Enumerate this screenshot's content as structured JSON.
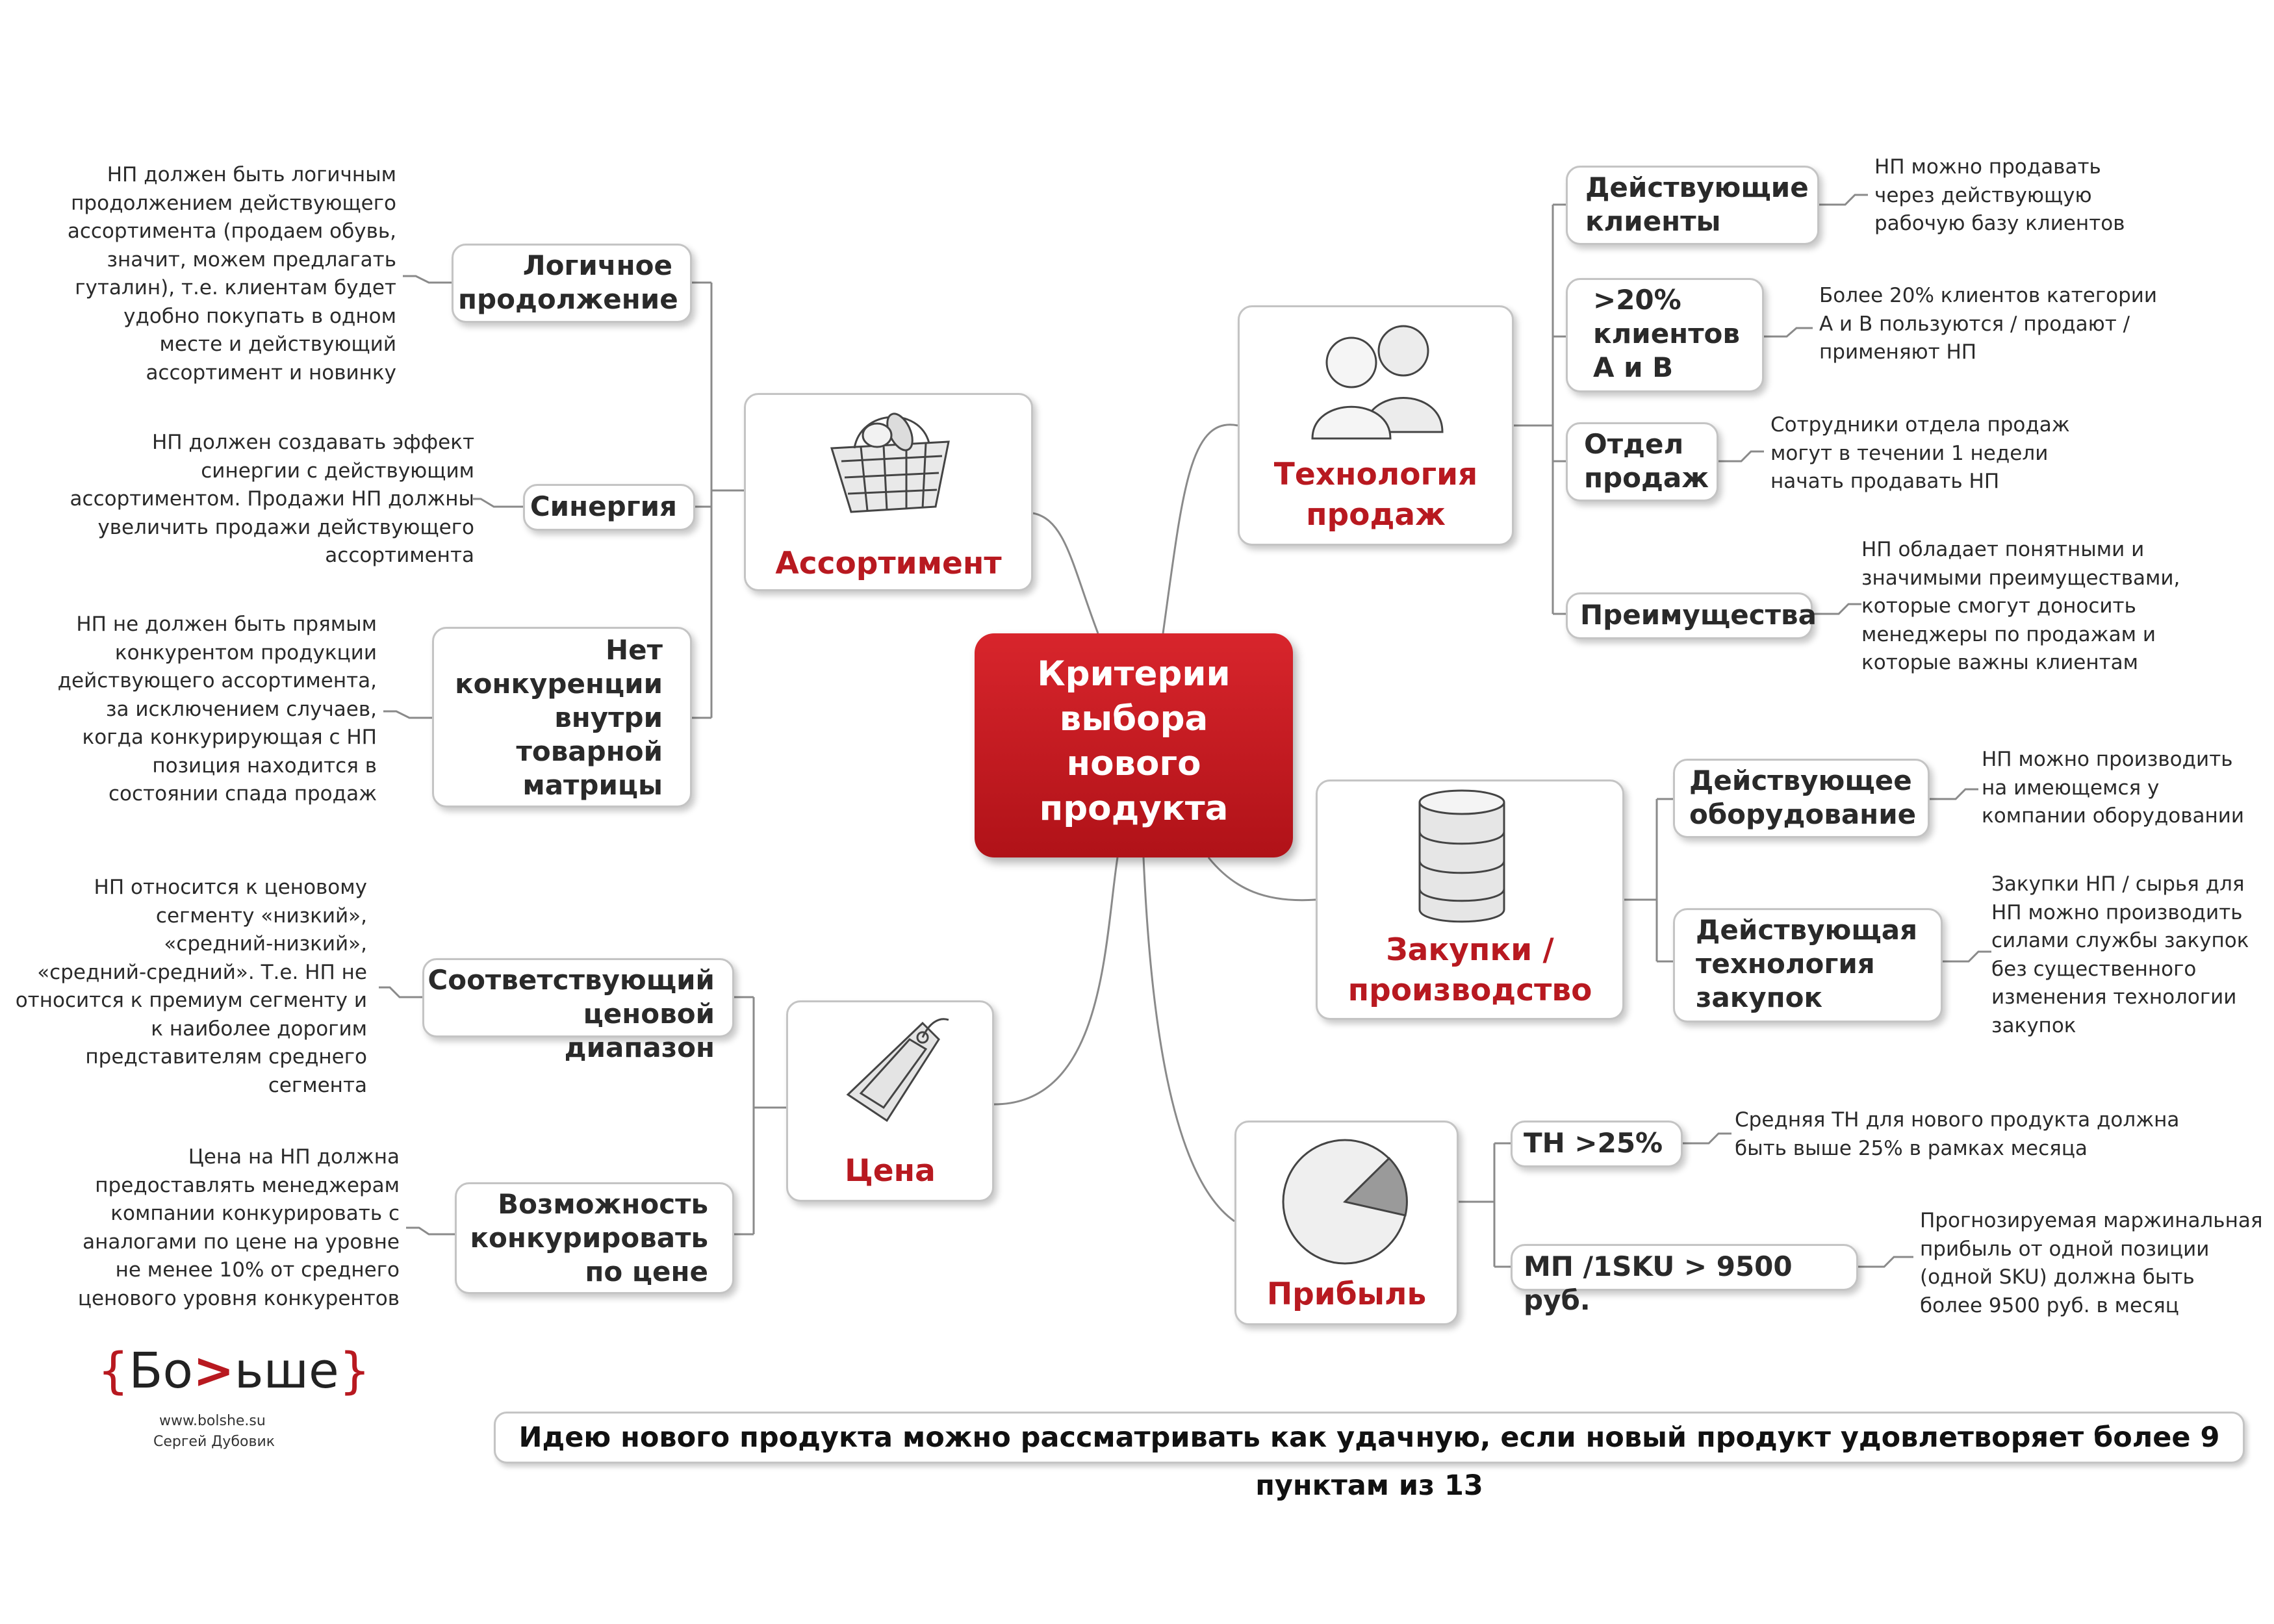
{
  "center": {
    "title": "Критерии\nвыбора\nнового\nпродукта"
  },
  "branches": {
    "assortment": {
      "title": "Ассортимент",
      "items": [
        {
          "label": "Логичное\nпродолжение",
          "note": "НП должен быть логичным\nпродолжением действующего\nассортимента (продаем обувь,\nзначит, можем предлагать\nгуталин), т.е. клиентам будет\nудобно покупать в одном\nместе и действующий\nассортимент и новинку"
        },
        {
          "label": "Синергия",
          "note": "НП должен создавать эффект\nсинергии с действующим\nассортиментом. Продажи НП должны\nувеличить продажи действующего\nассортимента"
        },
        {
          "label": "Нет\nконкуренции\nвнутри\nтоварной\nматрицы",
          "note": "НП не должен быть прямым\nконкурентом продукции\nдействующего ассортимента,\nза исключением случаев,\nкогда конкурирующая с НП\nпозиция находится в\nсостоянии спада продаж"
        }
      ]
    },
    "price": {
      "title": "Цена",
      "items": [
        {
          "label": "Соответствующий\nценовой диапазон",
          "note": "НП относится к ценовому\nсегменту «низкий»,\n«средний-низкий»,\n«средний-средний». Т.е. НП не\nотносится к премиум сегменту и\nк наиболее дорогим\nпредставителям среднего\nсегмента"
        },
        {
          "label": "Возможность\nконкурировать\nпо цене",
          "note": "Цена на НП должна\nпредоставлять менеджерам\nкомпании конкурировать с\nаналогами по цене на уровне\nне менее 10% от среднего\nценового уровня конкурентов"
        }
      ]
    },
    "sales_tech": {
      "title": "Технология\nпродаж",
      "items": [
        {
          "label": "Действующие\nклиенты",
          "note": "НП можно продавать\nчерез действующую\nрабочую базу клиентов"
        },
        {
          "label": ">20%\nклиентов\nА и В",
          "note": "Более 20% клиентов категории\nА и В пользуются / продают /\nприменяют НП"
        },
        {
          "label": "Отдел\nпродаж",
          "note": "Сотрудники отдела продаж\nмогут  в течении 1 недели\nначать продавать НП"
        },
        {
          "label": "Преимущества",
          "note": "НП обладает понятными и\nзначимыми преимуществами,\nкоторые смогут доносить\nменеджеры по продажам и\nкоторые важны клиентам"
        }
      ]
    },
    "procurement": {
      "title": "Закупки /\nпроизводство",
      "items": [
        {
          "label": "Действующее\nоборудование",
          "note": "НП можно производить\nна имеющемся у\nкомпании оборудовании"
        },
        {
          "label": "Действующая\nтехнология\nзакупок",
          "note": "Закупки НП / сырья для\nНП можно производить\nсилами службы закупок\nбез существенного\nизменения технологии\nзакупок"
        }
      ]
    },
    "profit": {
      "title": "Прибыль",
      "items": [
        {
          "label": "ТН >25%",
          "note": "Средняя ТН для нового продукта должна\nбыть выше 25% в рамках месяца"
        },
        {
          "label": "МП /1SKU > 9500 руб.",
          "note": "Прогнозируемая маржинальная\nприбыль от одной позиции\n(одной SKU) должна быть\nболее 9500 руб. в месяц"
        }
      ]
    }
  },
  "footer": {
    "text": "Идею нового продукта можно рассматривать как удачную, если новый продукт удовлетворяет более 9 пунктам из 13"
  },
  "logo": {
    "brace_open": "{",
    "part1": "Бо",
    "mark": ">",
    "part2": "ьше",
    "brace_close": "}",
    "site": "www.bolshe.su",
    "author": "Сергей Дубовик"
  },
  "colors": {
    "accent": "#b81920",
    "center_fill": "#c81c23",
    "box_border": "#c4c4c4",
    "connector": "#8a8a8a"
  },
  "icons": {
    "assortment": "shopping-basket-icon",
    "sales_tech": "people-icon",
    "procurement": "database-icon",
    "price": "price-tag-icon",
    "profit": "pie-chart-icon"
  }
}
